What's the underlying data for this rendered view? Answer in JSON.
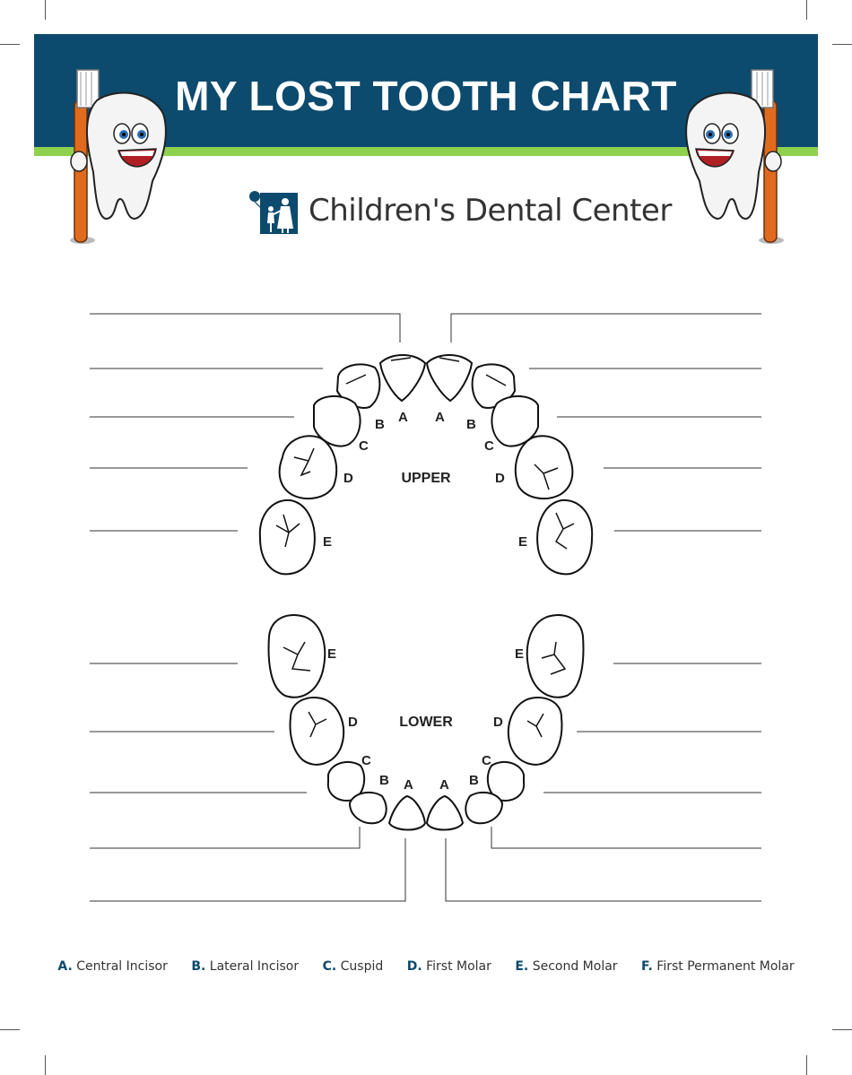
{
  "header": {
    "title": "MY LOST TOOTH CHART",
    "brand_name": "Children's Dental Center",
    "colors": {
      "banner": "#0c4a6e",
      "stripe": "#8fd14f",
      "toothbrush": "#e06b1f"
    }
  },
  "chart": {
    "upper_label": "UPPER",
    "lower_label": "LOWER",
    "tooth_letters": {
      "a": "A",
      "b": "B",
      "c": "C",
      "d": "D",
      "e": "E"
    }
  },
  "legend": [
    {
      "key": "A.",
      "label": "Central Incisor"
    },
    {
      "key": "B.",
      "label": "Lateral Incisor"
    },
    {
      "key": "C.",
      "label": "Cuspid"
    },
    {
      "key": "D.",
      "label": "First Molar"
    },
    {
      "key": "E.",
      "label": "Second Molar"
    },
    {
      "key": "F.",
      "label": "First Permanent Molar"
    }
  ]
}
